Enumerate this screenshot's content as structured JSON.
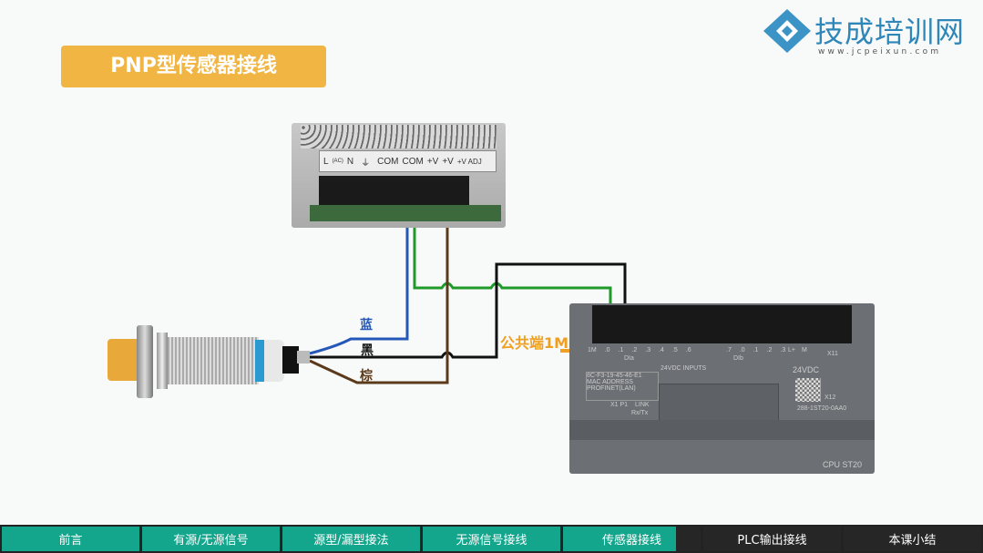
{
  "title": "PNP型传感器接线",
  "logo": {
    "name": "技成培训网",
    "url": "www.jcpeixun.com"
  },
  "power_supply": {
    "terminals": [
      "L",
      "(AC)",
      "N",
      "COM",
      "COM",
      "+V",
      "+V",
      "+V ADJ"
    ]
  },
  "wire_labels": {
    "blue": "蓝",
    "black": "黑",
    "brown": "棕"
  },
  "annotation": "公共端1M",
  "plc": {
    "inputs_label": "24VDC INPUTS",
    "terminals_a": [
      "1M",
      ".0",
      ".1",
      ".2",
      ".3",
      ".4",
      ".5",
      ".6"
    ],
    "terminals_b": [
      ".7",
      ".0",
      ".1",
      ".2",
      ".3"
    ],
    "group_a": "DIa",
    "group_b": "DIb",
    "power_terminals": [
      "L+",
      "M"
    ],
    "power_label": "24VDC",
    "mac": "8C-F3-19-45-46-E1",
    "mac_label": "MAC ADDRESS",
    "profinet": "PROFINET(LAN)",
    "port": "X1 P1",
    "link": "LINK",
    "rxtx": "Rx/Tx",
    "x11": "X11",
    "x12": "X12",
    "order_no": "288-1ST20-0AA0",
    "model": "CPU ST20"
  },
  "nav": [
    {
      "label": "前言",
      "active": true
    },
    {
      "label": "有源/无源信号",
      "active": true
    },
    {
      "label": "源型/漏型接法",
      "active": true
    },
    {
      "label": "无源信号接线",
      "active": true
    },
    {
      "label": "传感器接线",
      "active": true
    },
    {
      "label": "PLC输出接线",
      "active": false
    },
    {
      "label": "本课小结",
      "active": false
    }
  ],
  "colors": {
    "accent": "#f0b543",
    "teal": "#14a68c",
    "blue_wire": "#2457b8",
    "green_wire": "#1f9a2a",
    "brown_wire": "#5a3a1a"
  }
}
